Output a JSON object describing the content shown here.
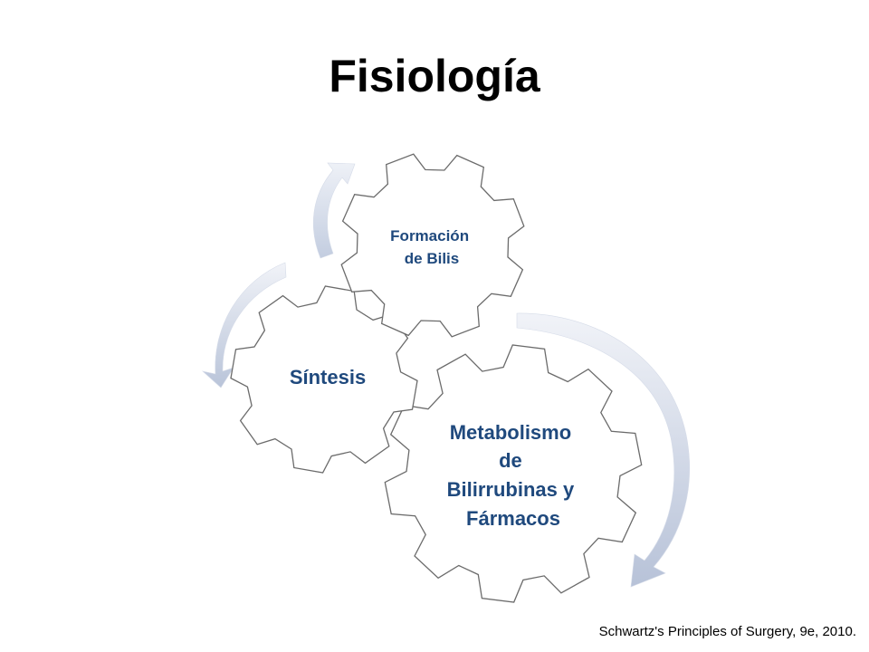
{
  "title": "Fisiología",
  "gears": {
    "metabolismo": {
      "lines": [
        "Metabolismo",
        "de",
        "Bilirrubinas y",
        "Fármacos"
      ]
    },
    "sintesis": {
      "lines": [
        "Síntesis"
      ]
    },
    "formacion": {
      "lines": [
        "Formación",
        "de Bilis"
      ]
    }
  },
  "citation": "Schwartz's Principles of Surgery, 9e,  2010.",
  "colors": {
    "label": "#1f497d",
    "arrow_light": "#e9edf5",
    "arrow_dark": "#b8c4da",
    "gear_stroke": "#6b6b6b"
  }
}
